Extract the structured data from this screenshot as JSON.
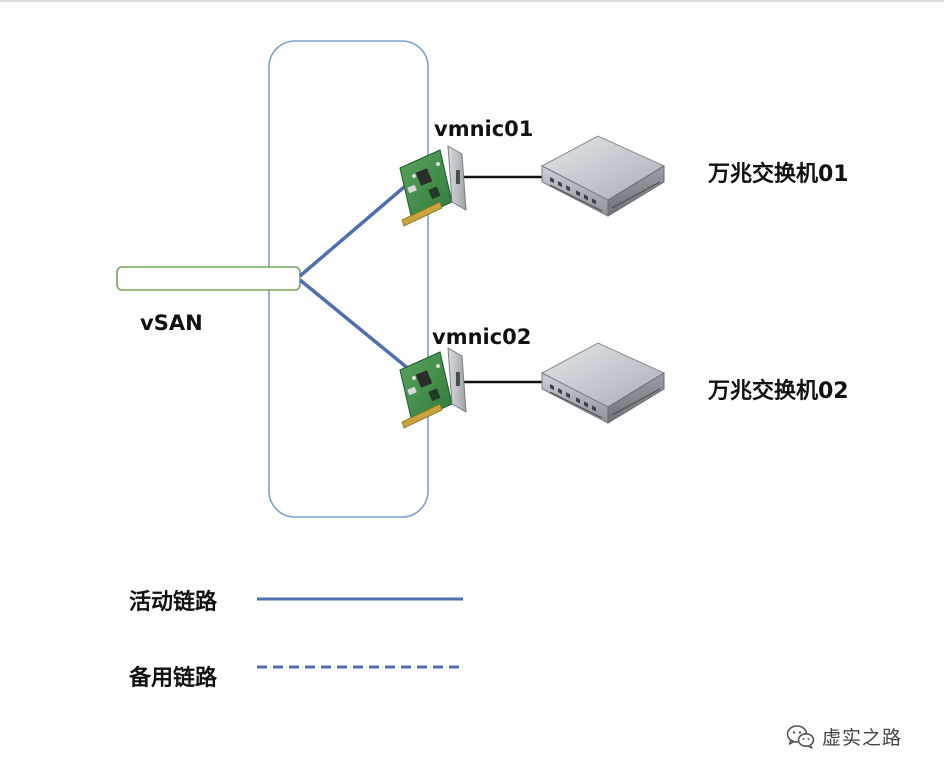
{
  "diagram": {
    "vsan_label": "vSAN",
    "nics": [
      {
        "label": "vmnic01"
      },
      {
        "label": "vmnic02"
      }
    ],
    "switches": [
      {
        "label": "万兆交换机01"
      },
      {
        "label": "万兆交换机02"
      }
    ],
    "legend": {
      "active_label": "活动链路",
      "standby_label": "备用链路"
    },
    "watermark": {
      "text": "虚实之路",
      "icon": "wechat-icon"
    },
    "colors": {
      "link_blue": "#4f6fb0",
      "host_outline": "#7d9ed1",
      "vsan_outline": "#76a75a",
      "cable": "#111111",
      "nic_green": "#3f8a4a"
    }
  }
}
